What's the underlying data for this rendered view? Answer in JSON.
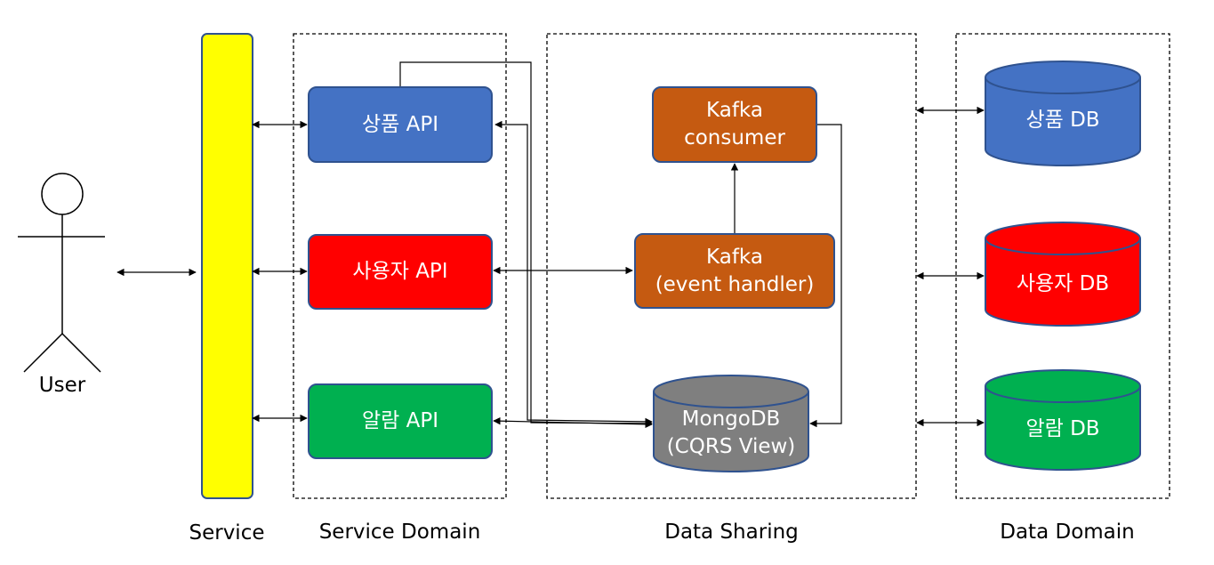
{
  "actor": {
    "label": "User"
  },
  "service": {
    "label": "Service"
  },
  "groups": {
    "service_domain": "Service Domain",
    "data_sharing": "Data Sharing",
    "data_domain": "Data Domain"
  },
  "apis": {
    "product": "상품 API",
    "user": "사용자 API",
    "alarm": "알람 API"
  },
  "kafka": {
    "consumer": "Kafka\nconsumer",
    "handler": "Kafka\n(event handler)"
  },
  "mongodb": {
    "label": "MongoDB\n(CQRS View)"
  },
  "databases": {
    "product": "상품 DB",
    "user": "사용자 DB",
    "alarm": "알람 DB"
  },
  "colors": {
    "product": "#4472c4",
    "user": "#ff0000",
    "alarm": "#00b050",
    "kafka": "#c55a11",
    "mongodb": "#7f7f7f",
    "service_bar": "#ffff00"
  }
}
